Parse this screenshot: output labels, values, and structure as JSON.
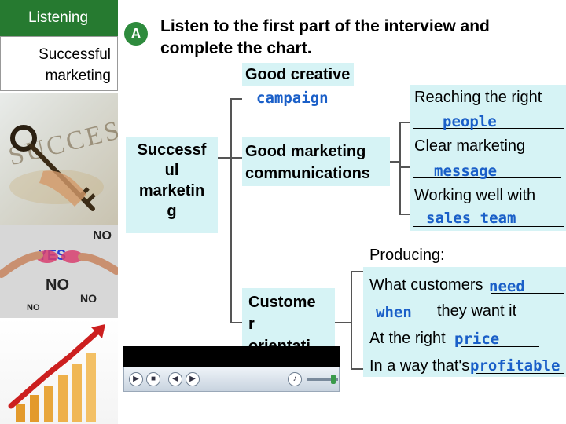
{
  "sidebar": {
    "tab_label": "Listening",
    "topic_line1": "Successful",
    "topic_line2": "marketing",
    "photo_key_words": [
      "SUCCESS"
    ],
    "photo_no_words": [
      "NO",
      "YES",
      "NO",
      "NO",
      "NO"
    ]
  },
  "exercise": {
    "label": "A",
    "instruction_line1": "Listen to the first part of the interview and",
    "instruction_line2": "complete the chart."
  },
  "chart": {
    "center": [
      "Successf",
      "ul",
      "marketin",
      "g"
    ],
    "branch_creative": "Good creative",
    "branch_creative_answer": "campaign",
    "branch_comm_line1": "Good marketing",
    "branch_comm_line2": "communications",
    "branch_customer": [
      "Custome",
      "r",
      "orientati"
    ],
    "sub_reaching": "Reaching the right",
    "sub_reaching_answer": "people",
    "sub_clear": "Clear marketing",
    "sub_clear_answer": "message",
    "sub_working": "Working well with",
    "sub_working_answer": "sales team",
    "producing_title": "Producing:",
    "p1_text": "What customers",
    "p1_answer": "need",
    "p2_answer": "when",
    "p2_text": "they want it",
    "p3_text": "At the right",
    "p3_answer": "price",
    "p4_text": "In a way that's",
    "p4_answer": "profitable"
  },
  "player": {
    "buttons": [
      "play-button",
      "stop-button",
      "previous-button",
      "next-button",
      "mute-button"
    ]
  },
  "colors": {
    "green": "#267a30",
    "answer_blue": "#1a5fc8",
    "box_cyan": "#d6f3f5"
  }
}
